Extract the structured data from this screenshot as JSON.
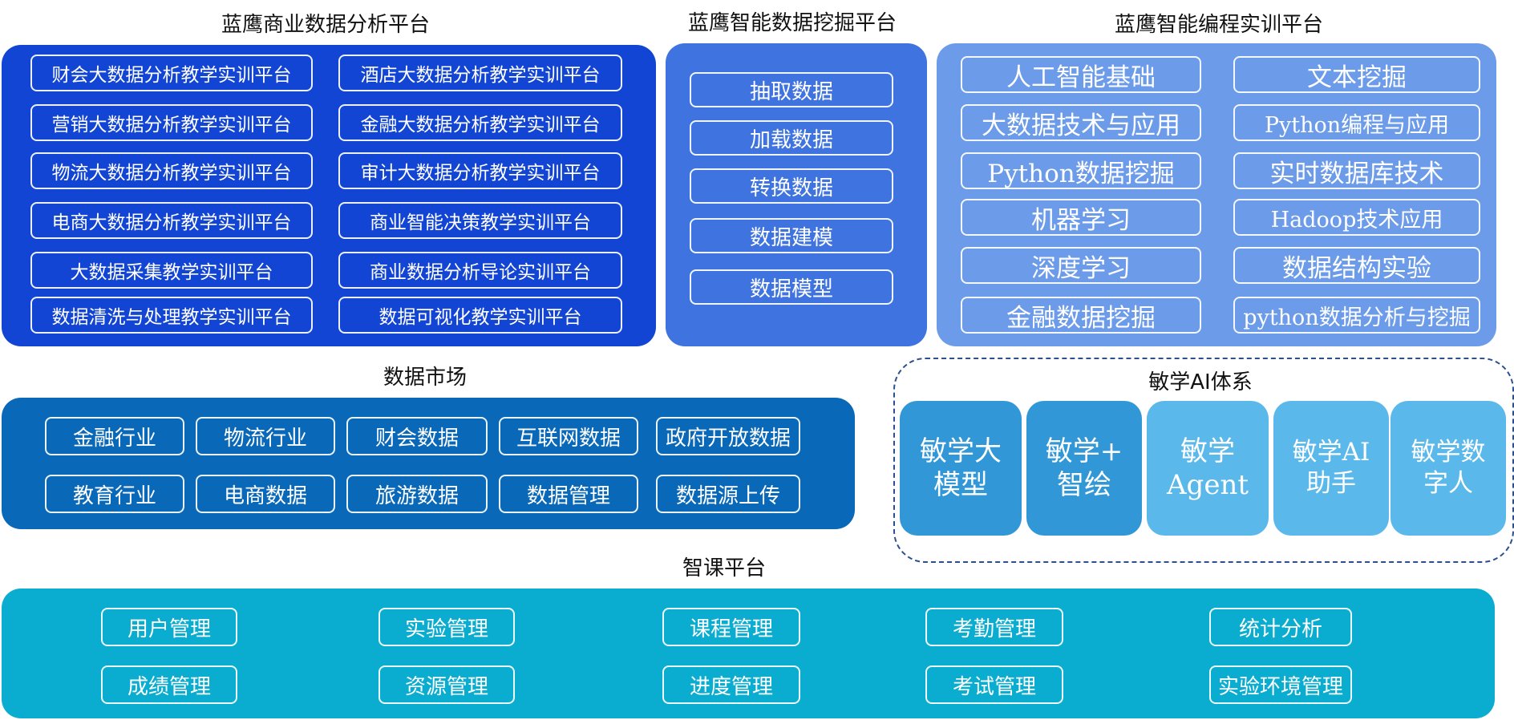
{
  "colors": {
    "panel_business": "#1345d4",
    "panel_mining": "#3f73df",
    "panel_programming": "#6b9be9",
    "panel_market": "#0a68b8",
    "panel_zhike": "#0aadcf",
    "card_dark": "#3197d6",
    "card_light": "#5bb8ea",
    "dash_border": "#2b4f8f"
  },
  "business": {
    "title": "蓝鹰商业数据分析平台",
    "items": [
      "财会大数据分析教学实训平台",
      "酒店大数据分析教学实训平台",
      "营销大数据分析教学实训平台",
      "金融大数据分析教学实训平台",
      "物流大数据分析教学实训平台",
      "审计大数据分析教学实训平台",
      "电商大数据分析教学实训平台",
      "商业智能决策教学实训平台",
      "大数据采集教学实训平台",
      "商业数据分析导论实训平台",
      "数据清洗与处理教学实训平台",
      "数据可视化教学实训平台"
    ]
  },
  "mining": {
    "title": "蓝鹰智能数据挖掘平台",
    "items": [
      "抽取数据",
      "加载数据",
      "转换数据",
      "数据建模",
      "数据模型"
    ]
  },
  "programming": {
    "title": "蓝鹰智能编程实训平台",
    "items": [
      "人工智能基础",
      "文本挖掘",
      "大数据技术与应用",
      "Python编程与应用",
      "Python数据挖掘",
      "实时数据库技术",
      "机器学习",
      "Hadoop技术应用",
      "深度学习",
      "数据结构实验",
      "金融数据挖掘",
      "python数据分析与挖掘"
    ]
  },
  "market": {
    "title": "数据市场",
    "items": [
      "金融行业",
      "物流行业",
      "财会数据",
      "互联网数据",
      "政府开放数据",
      "教育行业",
      "电商数据",
      "旅游数据",
      "数据管理",
      "数据源上传"
    ]
  },
  "ai": {
    "title": "敏学AI体系",
    "cards": [
      {
        "label": "敏学大\n模型",
        "icon": "brain-icon"
      },
      {
        "label": "敏学+\n智绘",
        "icon": "paint-icon"
      },
      {
        "label": "敏学\nAgent",
        "icon": "robot-icon"
      },
      {
        "label": "敏学AI\n助手",
        "icon": "assistant-icon"
      },
      {
        "label": "敏学数\n字人",
        "icon": "avatar-icon"
      }
    ]
  },
  "zhike": {
    "title": "智课平台",
    "items": [
      "用户管理",
      "实验管理",
      "课程管理",
      "考勤管理",
      "统计分析",
      "成绩管理",
      "资源管理",
      "进度管理",
      "考试管理",
      "实验环境管理"
    ]
  }
}
